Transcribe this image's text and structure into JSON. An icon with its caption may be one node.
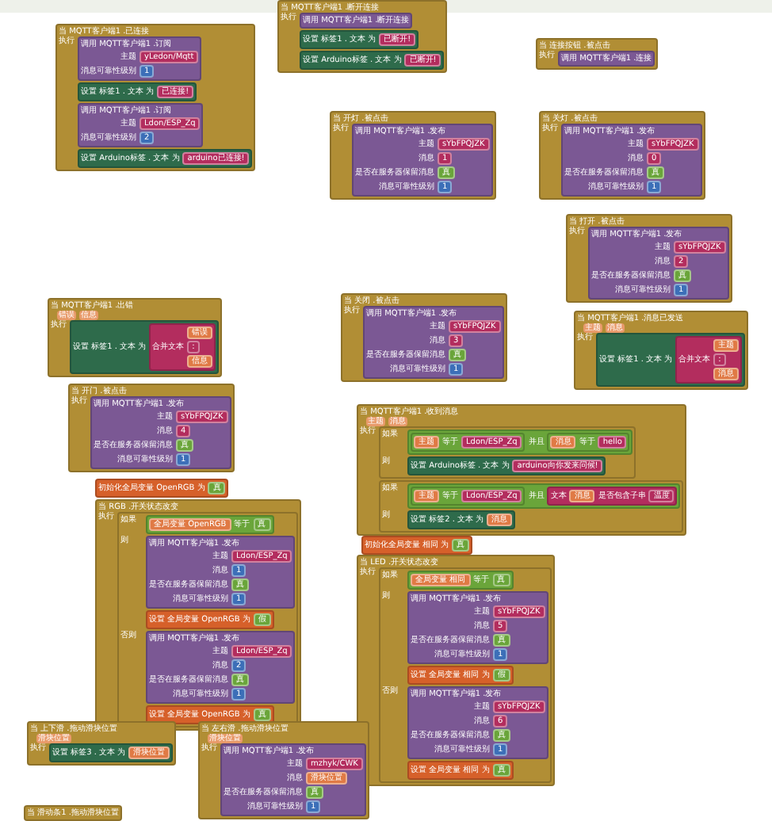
{
  "diagram": {
    "nodes": [
      {
        "text": [
          "当 MQTT客户端1 .已连接",
          "执行"
        ]
      },
      {
        "in": 0,
        "text": [
          "调用 MQTT客户端1 .订阅",
          "主题",
          "消息可靠性级别"
        ]
      },
      {
        "in": 1,
        "text": [
          "yLedon/Mqtt"
        ]
      },
      {
        "in": 1,
        "text": [
          "1"
        ]
      },
      {
        "in": 0,
        "text": [
          "设置 标签1 . 文本 为"
        ]
      },
      {
        "in": 4,
        "text": [
          "已连接!"
        ]
      },
      {
        "in": 0,
        "text": [
          "调用 MQTT客户端1 .订阅",
          "主题",
          "消息可靠性级别"
        ]
      },
      {
        "in": 6,
        "text": [
          "Ldon/ESP_Zq"
        ]
      },
      {
        "in": 6,
        "text": [
          "2"
        ]
      },
      {
        "in": 0,
        "text": [
          "设置 Arduino标签 . 文本 为"
        ]
      },
      {
        "in": 9,
        "text": [
          "arduino已连接!"
        ]
      },
      {
        "text": [
          "当 MQTT客户端1 .断开连接",
          "执行"
        ]
      },
      {
        "in": 11,
        "text": [
          "调用 MQTT客户端1 .断开连接"
        ]
      },
      {
        "in": 11,
        "text": [
          "设置 标签1 . 文本 为"
        ]
      },
      {
        "in": 13,
        "text": [
          "已断开!"
        ]
      },
      {
        "in": 11,
        "text": [
          "设置 Arduino标签 . 文本 为"
        ]
      },
      {
        "in": 15,
        "text": [
          "已断开!"
        ]
      },
      {
        "text": [
          "当 连接按钮 .被点击",
          "执行"
        ]
      },
      {
        "in": 17,
        "text": [
          "调用 MQTT客户端1 .连接"
        ]
      },
      {
        "text": [
          "当 开灯 .被点击",
          "执行"
        ]
      },
      {
        "in": 19,
        "text": [
          "调用 MQTT客户端1 .发布",
          "主题",
          "消息",
          "是否在服务器保留消息",
          "消息可靠性级别"
        ]
      },
      {
        "in": 20,
        "text": [
          "sYbFPQJZK"
        ]
      },
      {
        "in": 20,
        "text": [
          "1"
        ]
      },
      {
        "in": 20,
        "text": [
          "真"
        ]
      },
      {
        "in": 20,
        "text": [
          "1"
        ]
      },
      {
        "text": [
          "当 关灯 .被点击",
          "执行"
        ]
      },
      {
        "in": 25,
        "text": [
          "调用 MQTT客户端1 .发布",
          "主题",
          "消息",
          "是否在服务器保留消息",
          "消息可靠性级别"
        ]
      },
      {
        "in": 26,
        "text": [
          "sYbFPQJZK"
        ]
      },
      {
        "in": 26,
        "text": [
          "0"
        ]
      },
      {
        "in": 26,
        "text": [
          "真"
        ]
      },
      {
        "in": 26,
        "text": [
          "1"
        ]
      },
      {
        "text": [
          "当 打开 .被点击",
          "执行"
        ]
      },
      {
        "in": 31,
        "text": [
          "调用 MQTT客户端1 .发布",
          "主题",
          "消息",
          "是否在服务器保留消息",
          "消息可靠性级别"
        ]
      },
      {
        "in": 32,
        "text": [
          "sYbFPQJZK"
        ]
      },
      {
        "in": 32,
        "text": [
          "2"
        ]
      },
      {
        "in": 32,
        "text": [
          "真"
        ]
      },
      {
        "in": 32,
        "text": [
          "1"
        ]
      },
      {
        "text": [
          "当 关闭 .被点击",
          "执行"
        ]
      },
      {
        "in": 37,
        "text": [
          "调用 MQTT客户端1 .发布",
          "主题",
          "消息",
          "是否在服务器保留消息",
          "消息可靠性级别"
        ]
      },
      {
        "in": 38,
        "text": [
          "sYbFPQJZK"
        ]
      },
      {
        "in": 38,
        "text": [
          "3"
        ]
      },
      {
        "in": 38,
        "text": [
          "真"
        ]
      },
      {
        "in": 38,
        "text": [
          "1"
        ]
      },
      {
        "text": [
          "当 开门 .被点击",
          "执行"
        ]
      },
      {
        "in": 43,
        "text": [
          "调用 MQTT客户端1 .发布",
          "主题",
          "消息",
          "是否在服务器保留消息",
          "消息可靠性级别"
        ]
      },
      {
        "in": 44,
        "text": [
          "sYbFPQJZK"
        ]
      },
      {
        "in": 44,
        "text": [
          "4"
        ]
      },
      {
        "in": 44,
        "text": [
          "真"
        ]
      },
      {
        "in": 44,
        "text": [
          "1"
        ]
      },
      {
        "text": [
          "当 MQTT客户端1 .出错",
          "错误",
          "信息",
          "执行"
        ]
      },
      {
        "in": 49,
        "text": [
          "设置 标签1 . 文本 为"
        ]
      },
      {
        "in": 50,
        "text": [
          "合并文本"
        ]
      },
      {
        "in": 51,
        "text": [
          "错误"
        ]
      },
      {
        "in": 51,
        "text": [
          ":"
        ]
      },
      {
        "in": 51,
        "text": [
          "信息"
        ]
      },
      {
        "text": [
          "当 MQTT客户端1 .消息已发送",
          "主题",
          "消息",
          "执行"
        ]
      },
      {
        "in": 55,
        "text": [
          "设置 标签1 . 文本 为"
        ]
      },
      {
        "in": 56,
        "text": [
          "合并文本"
        ]
      },
      {
        "in": 57,
        "text": [
          "主题"
        ]
      },
      {
        "in": 57,
        "text": [
          ":"
        ]
      },
      {
        "in": 57,
        "text": [
          "消息"
        ]
      },
      {
        "text": [
          "当 MQTT客户端1 .收到消息",
          "主题",
          "消息",
          "执行"
        ]
      },
      {
        "in": 61,
        "text": [
          "如果",
          "则"
        ]
      },
      {
        "in": 62,
        "text": [
          "并且"
        ]
      },
      {
        "in": 63,
        "text": [
          "等于"
        ]
      },
      {
        "in": 64,
        "text": [
          "主题"
        ]
      },
      {
        "in": 64,
        "text": [
          "Ldon/ESP_Zq"
        ]
      },
      {
        "in": 63,
        "text": [
          "等于"
        ]
      },
      {
        "in": 67,
        "text": [
          "消息"
        ]
      },
      {
        "in": 67,
        "text": [
          "hello"
        ]
      },
      {
        "in": 62,
        "text": [
          "设置 Arduino标签 . 文本 为"
        ]
      },
      {
        "in": 70,
        "text": [
          "arduino向你发来问候!"
        ]
      },
      {
        "in": 61,
        "text": [
          "如果",
          "则"
        ]
      },
      {
        "in": 72,
        "text": [
          "并且"
        ]
      },
      {
        "in": 73,
        "text": [
          "等于"
        ]
      },
      {
        "in": 74,
        "text": [
          "主题"
        ]
      },
      {
        "in": 74,
        "text": [
          "Ldon/ESP_Zq"
        ]
      },
      {
        "in": 73,
        "text": [
          "文本",
          "是否包含子串"
        ]
      },
      {
        "in": 77,
        "text": [
          "消息"
        ]
      },
      {
        "in": 77,
        "text": [
          "温度"
        ]
      },
      {
        "in": 72,
        "text": [
          "设置 标签2 . 文本 为"
        ]
      },
      {
        "in": 80,
        "text": [
          "消息"
        ]
      },
      {
        "text": [
          "初始化全局变量 OpenRGB 为"
        ]
      },
      {
        "in": 82,
        "text": [
          "真"
        ]
      },
      {
        "text": [
          "当 RGB .开关状态改变",
          "执行"
        ]
      },
      {
        "in": 84,
        "text": [
          "如果",
          "则",
          "否则"
        ]
      },
      {
        "in": 85,
        "text": [
          "等于"
        ]
      },
      {
        "in": 86,
        "text": [
          "全局变量 OpenRGB"
        ]
      },
      {
        "in": 86,
        "text": [
          "真"
        ]
      },
      {
        "in": 85,
        "text": [
          "调用 MQTT客户端1 .发布",
          "主题",
          "消息",
          "是否在服务器保留消息",
          "消息可靠性级别"
        ]
      },
      {
        "in": 89,
        "text": [
          "Ldon/ESP_Zq"
        ]
      },
      {
        "in": 89,
        "text": [
          "1"
        ]
      },
      {
        "in": 89,
        "text": [
          "真"
        ]
      },
      {
        "in": 89,
        "text": [
          "1"
        ]
      },
      {
        "in": 85,
        "text": [
          "设置 全局变量 OpenRGB 为"
        ]
      },
      {
        "in": 94,
        "text": [
          "假"
        ]
      },
      {
        "in": 85,
        "text": [
          "调用 MQTT客户端1 .发布",
          "主题",
          "消息",
          "是否在服务器保留消息",
          "消息可靠性级别"
        ]
      },
      {
        "in": 96,
        "text": [
          "Ldon/ESP_Zq"
        ]
      },
      {
        "in": 96,
        "text": [
          "2"
        ]
      },
      {
        "in": 96,
        "text": [
          "真"
        ]
      },
      {
        "in": 96,
        "text": [
          "1"
        ]
      },
      {
        "in": 85,
        "text": [
          "设置 全局变量 OpenRGB 为"
        ]
      },
      {
        "in": 101,
        "text": [
          "真"
        ]
      },
      {
        "text": [
          "初始化全局变量 相同 为"
        ]
      },
      {
        "in": 103,
        "text": [
          "真"
        ]
      },
      {
        "text": [
          "当 LED .开关状态改变",
          "执行"
        ]
      },
      {
        "in": 105,
        "text": [
          "如果",
          "则",
          "否则"
        ]
      },
      {
        "in": 106,
        "text": [
          "等于"
        ]
      },
      {
        "in": 107,
        "text": [
          "全局变量 相同"
        ]
      },
      {
        "in": 107,
        "text": [
          "真"
        ]
      },
      {
        "in": 106,
        "text": [
          "调用 MQTT客户端1 .发布",
          "主题",
          "消息",
          "是否在服务器保留消息",
          "消息可靠性级别"
        ]
      },
      {
        "in": 110,
        "text": [
          "sYbFPQJZK"
        ]
      },
      {
        "in": 110,
        "text": [
          "5"
        ]
      },
      {
        "in": 110,
        "text": [
          "真"
        ]
      },
      {
        "in": 110,
        "text": [
          "1"
        ]
      },
      {
        "in": 106,
        "text": [
          "设置 全局变量 相同 为"
        ]
      },
      {
        "in": 115,
        "text": [
          "假"
        ]
      },
      {
        "in": 106,
        "text": [
          "调用 MQTT客户端1 .发布",
          "主题",
          "消息",
          "是否在服务器保留消息",
          "消息可靠性级别"
        ]
      },
      {
        "in": 117,
        "text": [
          "sYbFPQJZK"
        ]
      },
      {
        "in": 117,
        "text": [
          "6"
        ]
      },
      {
        "in": 117,
        "text": [
          "真"
        ]
      },
      {
        "in": 117,
        "text": [
          "1"
        ]
      },
      {
        "in": 106,
        "text": [
          "设置 全局变量 相同 为"
        ]
      },
      {
        "in": 122,
        "text": [
          "真"
        ]
      },
      {
        "text": [
          "当 上下滑 .拖动滑块位置",
          "滑块位置",
          "执行"
        ]
      },
      {
        "in": 124,
        "text": [
          "设置 标签3 . 文本 为"
        ]
      },
      {
        "in": 125,
        "text": [
          "滑块位置"
        ]
      },
      {
        "text": [
          "当 左右滑 .拖动滑块位置",
          "滑块位置",
          "执行"
        ]
      },
      {
        "in": 127,
        "text": [
          "调用 MQTT客户端1 .发布",
          "主题",
          "消息",
          "是否在服务器保留消息",
          "消息可靠性级别"
        ]
      },
      {
        "in": 128,
        "text": [
          "mzhyk/CWK"
        ]
      },
      {
        "in": 128,
        "text": [
          "滑块位置"
        ]
      },
      {
        "in": 128,
        "text": [
          "真"
        ]
      },
      {
        "in": 128,
        "text": [
          "1"
        ]
      },
      {
        "text": [
          "当 滑动条1 .拖动滑块位置"
        ]
      }
    ]
  }
}
